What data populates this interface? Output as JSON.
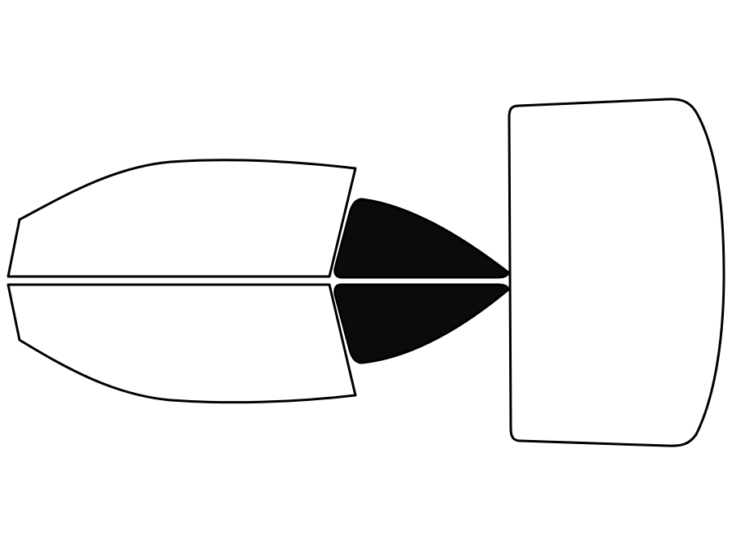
{
  "diagram": {
    "background": "#ffffff",
    "outline_color": "#000000",
    "panels": [
      {
        "name": "front-door-window-top",
        "fill": "#ffffff"
      },
      {
        "name": "front-door-window-bottom",
        "fill": "#ffffff"
      },
      {
        "name": "rear-quarter-window-top",
        "fill": "#0b0b0b"
      },
      {
        "name": "rear-quarter-window-bottom",
        "fill": "#0b0b0b"
      },
      {
        "name": "rear-windshield",
        "fill": "#ffffff"
      }
    ]
  }
}
